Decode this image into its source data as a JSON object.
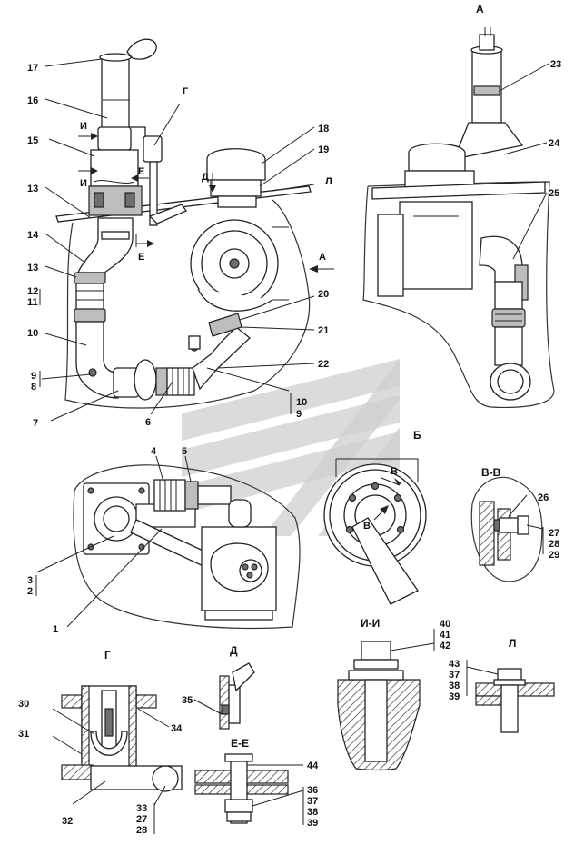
{
  "views": {
    "main": "",
    "a": "А",
    "b": "Б",
    "vv": "В-В",
    "ii": "И-И",
    "l": "Л",
    "g": "Г",
    "d": "Д",
    "ee": "Е-Е"
  },
  "markers": {
    "g": "Г",
    "i_top": "И",
    "i_bottom": "И",
    "e_right": "Е",
    "e_left": "Е",
    "d": "Д",
    "l": "Л",
    "a": "А",
    "v1": "В",
    "v2": "В"
  },
  "callouts": {
    "n1": "1",
    "n2": "2",
    "n3": "3",
    "n4": "4",
    "n5": "5",
    "n6": "6",
    "n7": "7",
    "n8": "8",
    "n9": "9",
    "n10": "10",
    "n11": "11",
    "n12": "12",
    "n13a": "13",
    "n13b": "13",
    "n14": "14",
    "n15": "15",
    "n16": "16",
    "n17": "17",
    "n18": "18",
    "n19": "19",
    "n20": "20",
    "n21": "21",
    "n22": "22",
    "n23": "23",
    "n24": "24",
    "n25": "25",
    "n26": "26",
    "n27a": "27",
    "n28a": "28",
    "n29": "29",
    "n30": "30",
    "n31": "31",
    "n32": "32",
    "n33": "33",
    "n27b": "27",
    "n28b": "28",
    "n34": "34",
    "n35": "35",
    "n36": "36",
    "n37a": "37",
    "n38a": "38",
    "n39a": "39",
    "n40": "40",
    "n41": "41",
    "n42": "42",
    "n43": "43",
    "n37b": "37",
    "n38b": "38",
    "n39b": "39",
    "n44": "44",
    "n10b": "10",
    "n9b": "9"
  },
  "colors": {
    "line": "#222222",
    "shade": "#bdbdbd",
    "dark": "#6e6e6e",
    "watermark": "#cfcfcf"
  }
}
